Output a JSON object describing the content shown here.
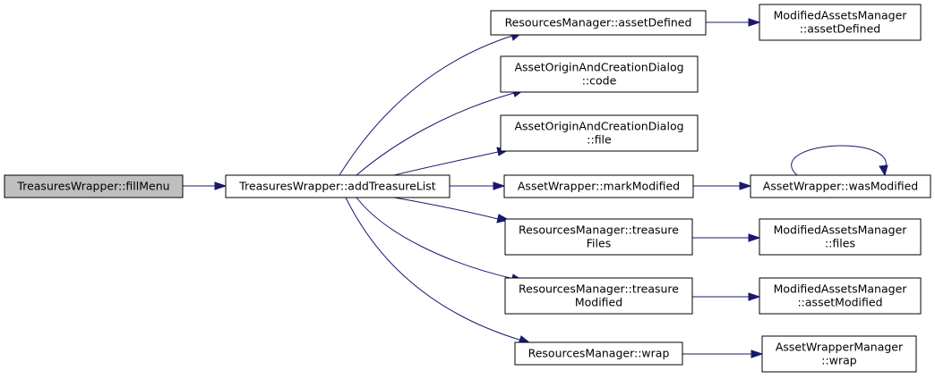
{
  "colors": {
    "edge": "#191970",
    "node_fill": "#ffffff",
    "root_fill": "#bfbfbf",
    "border": "#000000"
  },
  "nodes": [
    {
      "id": "fillMenu",
      "lines": [
        "TreasuresWrapper::fillMenu"
      ],
      "root": true
    },
    {
      "id": "addTreasureList",
      "lines": [
        "TreasuresWrapper::addTreasureList"
      ]
    },
    {
      "id": "rmAssetDefined",
      "lines": [
        "ResourcesManager::assetDefined"
      ]
    },
    {
      "id": "mamAssetDefined",
      "lines": [
        "ModifiedAssetsManager",
        "::assetDefined"
      ]
    },
    {
      "id": "aocCode",
      "lines": [
        "AssetOriginAndCreationDialog",
        "::code"
      ]
    },
    {
      "id": "aocFile",
      "lines": [
        "AssetOriginAndCreationDialog",
        "::file"
      ]
    },
    {
      "id": "awMarkModified",
      "lines": [
        "AssetWrapper::markModified"
      ]
    },
    {
      "id": "awWasModified",
      "lines": [
        "AssetWrapper::wasModified"
      ]
    },
    {
      "id": "rmTreasureFiles",
      "lines": [
        "ResourcesManager::treasure",
        "Files"
      ]
    },
    {
      "id": "mamFiles",
      "lines": [
        "ModifiedAssetsManager",
        "::files"
      ]
    },
    {
      "id": "rmTreasureModified",
      "lines": [
        "ResourcesManager::treasure",
        "Modified"
      ]
    },
    {
      "id": "mamAssetModified",
      "lines": [
        "ModifiedAssetsManager",
        "::assetModified"
      ]
    },
    {
      "id": "rmWrap",
      "lines": [
        "ResourcesManager::wrap"
      ]
    },
    {
      "id": "awmWrap",
      "lines": [
        "AssetWrapperManager",
        "::wrap"
      ]
    }
  ],
  "edges": [
    {
      "from": "fillMenu",
      "to": "addTreasureList"
    },
    {
      "from": "addTreasureList",
      "to": "rmAssetDefined"
    },
    {
      "from": "addTreasureList",
      "to": "aocCode"
    },
    {
      "from": "addTreasureList",
      "to": "aocFile"
    },
    {
      "from": "addTreasureList",
      "to": "awMarkModified"
    },
    {
      "from": "addTreasureList",
      "to": "rmTreasureFiles"
    },
    {
      "from": "addTreasureList",
      "to": "rmTreasureModified"
    },
    {
      "from": "addTreasureList",
      "to": "rmWrap"
    },
    {
      "from": "rmAssetDefined",
      "to": "mamAssetDefined"
    },
    {
      "from": "awMarkModified",
      "to": "awWasModified"
    },
    {
      "from": "awWasModified",
      "to": "awWasModified"
    },
    {
      "from": "rmTreasureFiles",
      "to": "mamFiles"
    },
    {
      "from": "rmTreasureModified",
      "to": "mamAssetModified"
    },
    {
      "from": "rmWrap",
      "to": "awmWrap"
    }
  ]
}
